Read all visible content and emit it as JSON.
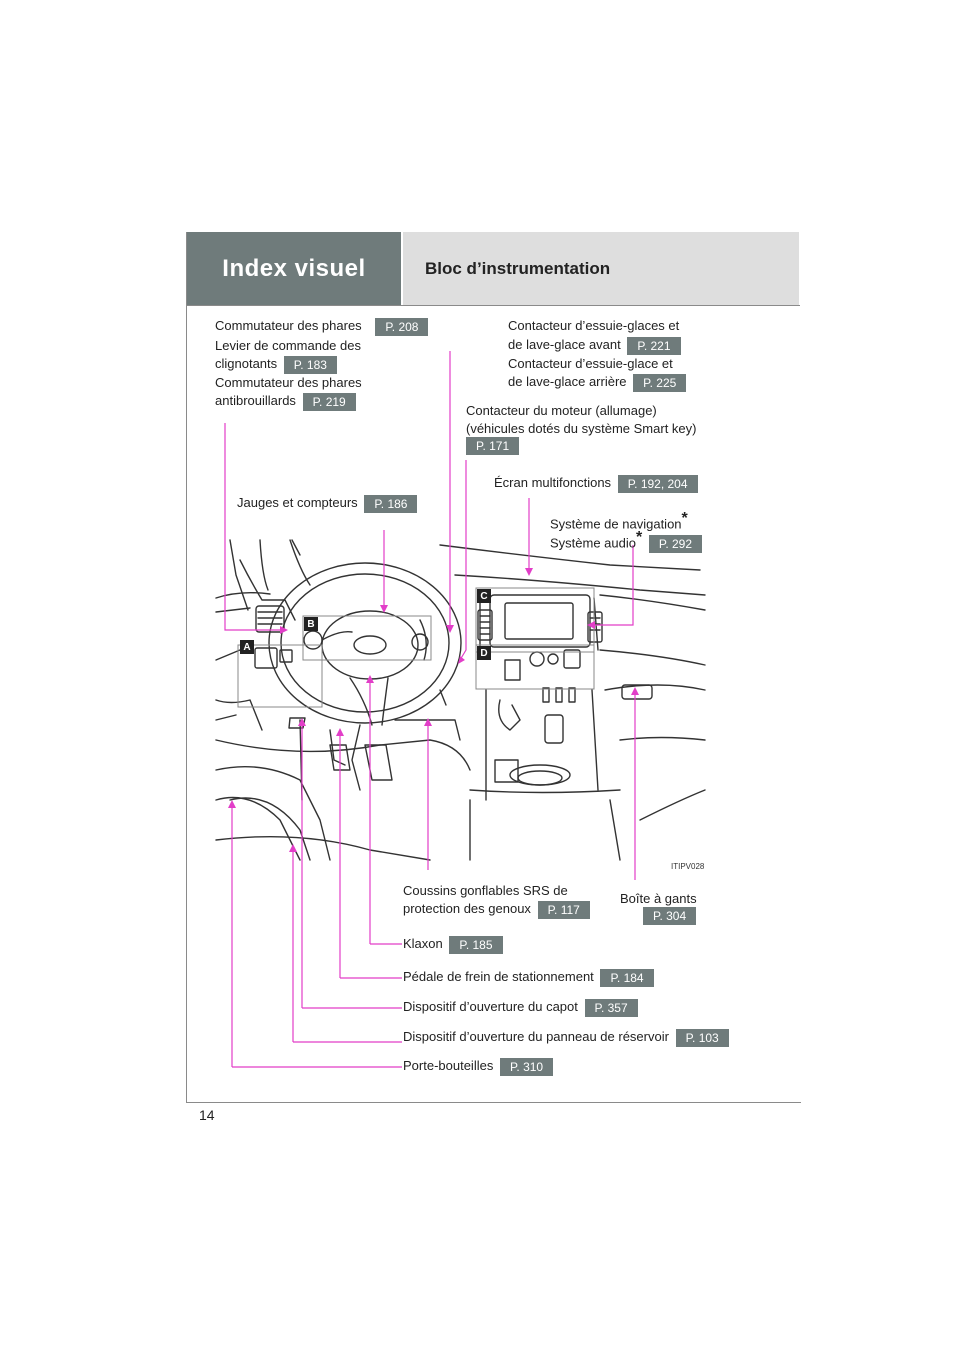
{
  "header": {
    "section": "Index visuel",
    "title": "Bloc d’instrumentation"
  },
  "page_number": "14",
  "figure_code": "ITIPV028",
  "area_marks": [
    "A",
    "B",
    "C",
    "D"
  ],
  "callouts": {
    "headlight": {
      "line1": "Commutateur des phares",
      "page1": "P. 208",
      "line2": "Levier de commande des",
      "line3": "clignotants",
      "page2": "P. 183",
      "line4": "Commutateur des phares",
      "line5": "antibrouillards",
      "page3": "P. 219"
    },
    "wiper": {
      "line1": "Contacteur d’essuie-glaces et",
      "line2": "de lave-glace avant",
      "page1": "P. 221",
      "line3": "Contacteur d’essuie-glace et",
      "line4": "de lave-glace arrière",
      "page2": "P. 225"
    },
    "engine": {
      "line1": "Contacteur du moteur (allumage)",
      "line2": "(véhicules dotés du système Smart key)",
      "page": "P. 171"
    },
    "multi": {
      "label": "Écran multifonctions",
      "page": "P. 192, 204"
    },
    "nav": {
      "line1": "Système de navigation",
      "line2": "Système audio",
      "star": "*",
      "page": "P. 292"
    },
    "gauges": {
      "label": "Jauges et compteurs",
      "page": "P. 186"
    },
    "knee": {
      "line1": "Coussins gonflables SRS de",
      "line2": "protection des genoux",
      "page": "P. 117"
    },
    "glove": {
      "label": "Boîte à gants",
      "page": "P. 304"
    },
    "horn": {
      "label": "Klaxon",
      "page": "P. 185"
    },
    "parking": {
      "label": "Pédale de frein de stationnement",
      "page": "P. 184"
    },
    "hood": {
      "label": "Dispositif d’ouverture du capot",
      "page": "P. 357"
    },
    "fuel": {
      "label": "Dispositif d’ouverture du panneau de réservoir",
      "page": "P. 103"
    },
    "bottle": {
      "label": "Porte-bouteilles",
      "page": "P. 310"
    }
  },
  "colors": {
    "header_dark": "#6f7b7b",
    "header_light": "#dedede",
    "leader": "#e23ec8"
  }
}
